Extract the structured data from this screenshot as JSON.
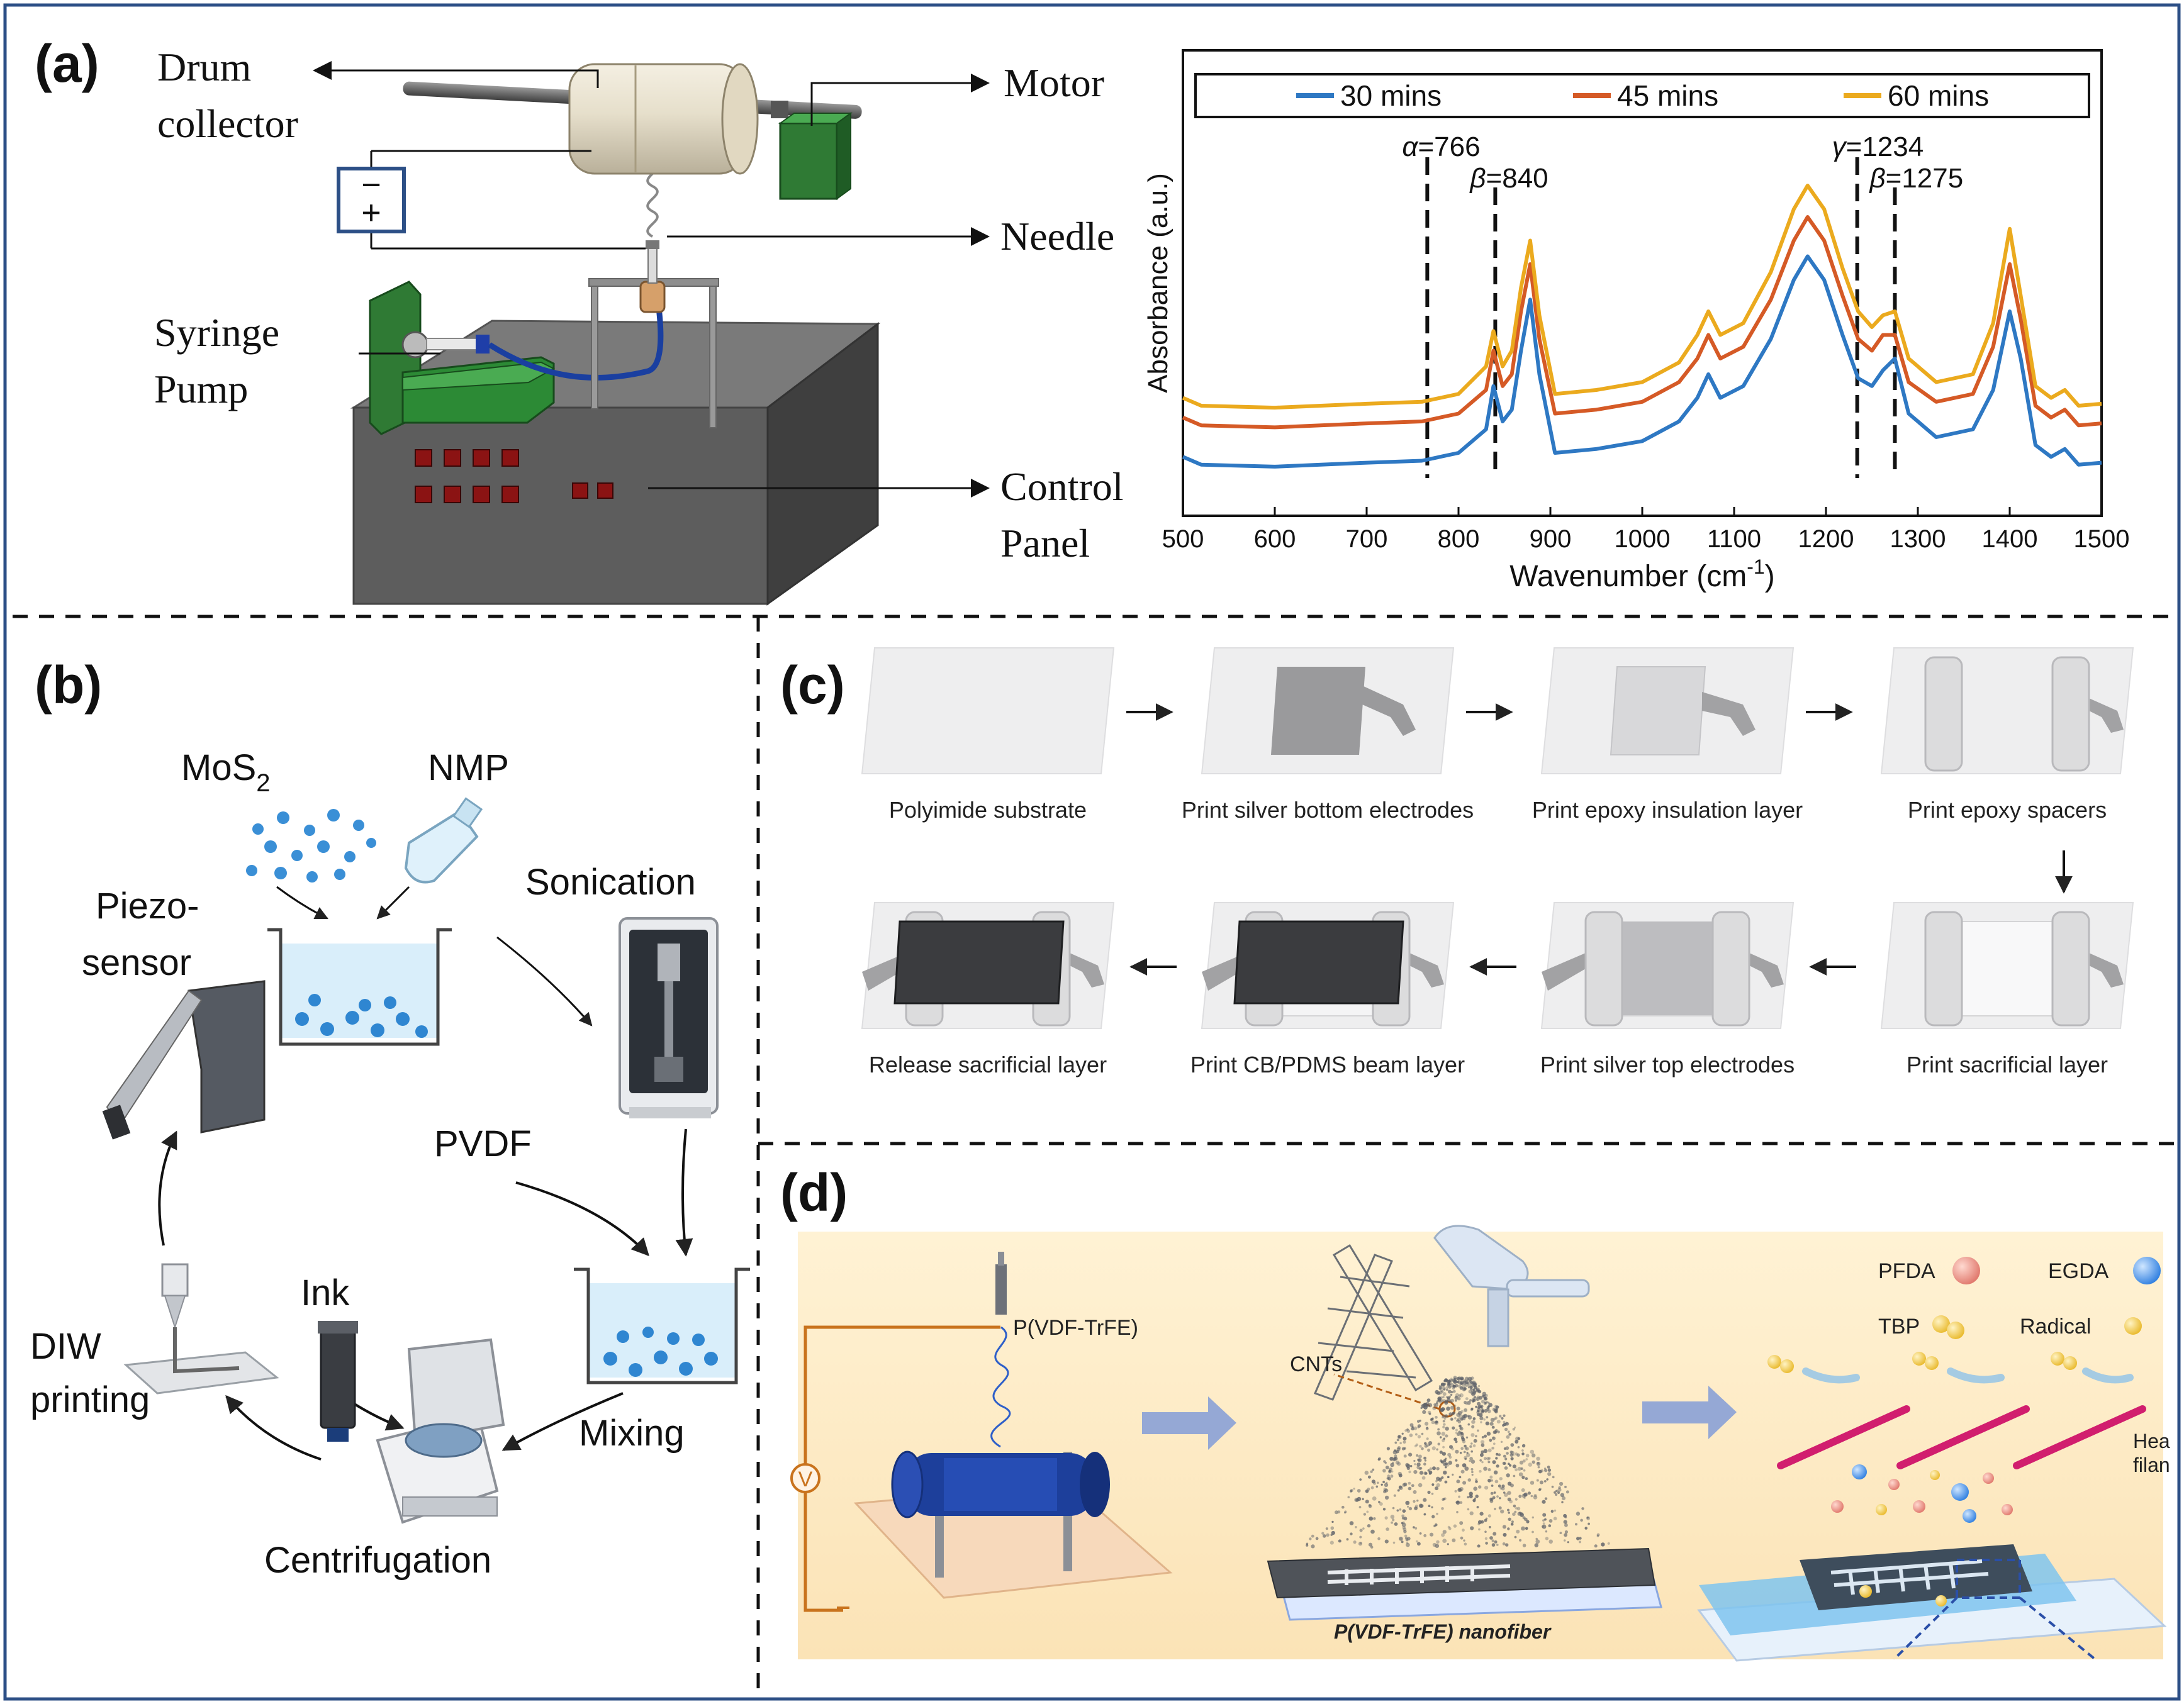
{
  "panels": {
    "a": {
      "tag": "(a)",
      "labels": {
        "drum1": "Drum",
        "drum2": "collector",
        "motor": "Motor",
        "needle": "Needle",
        "syringe1": "Syringe",
        "syringe2": "Pump",
        "control1": "Control",
        "control2": "Panel",
        "minus": "−",
        "plus": "+"
      }
    },
    "b": {
      "tag": "(b)",
      "labels": {
        "mos2": "MoS",
        "mos2_sub": "2",
        "nmp": "NMP",
        "sonication": "Sonication",
        "piezo1": "Piezo-",
        "piezo2": "sensor",
        "pvdf": "PVDF",
        "ink": "Ink",
        "diw1": "DIW",
        "diw2": "printing",
        "mixing": "Mixing",
        "centrifugation": "Centrifugation"
      }
    },
    "c": {
      "tag": "(c)",
      "steps": [
        "Polyimide substrate",
        "Print silver bottom electrodes",
        "Print  epoxy insulation layer",
        "Print epoxy spacers",
        "Print sacrificial layer",
        "Print  silver top electrodes",
        "Print CB/PDMS beam layer",
        "Release sacrificial layer"
      ]
    },
    "d": {
      "tag": "(d)",
      "labels": {
        "pvdf_trfe": "P(VDF-TrFE)",
        "cnts": "CNTs",
        "nanofiber": "P(VDF-TrFE) nanofiber",
        "pfda": "PFDA",
        "egda": "EGDA",
        "tbp": "TBP",
        "radical": "Radical",
        "heat1": "Hea",
        "heat2": "filan",
        "volt": "V"
      }
    }
  },
  "chart_data": {
    "type": "line",
    "xlabel": "Wavenumber (cm",
    "xlabel_sup": "-1",
    "xlabel_end": ")",
    "ylabel": "Absorbance (a.u.)",
    "xlim": [
      500,
      1500
    ],
    "xticks": [
      500,
      600,
      700,
      800,
      900,
      1000,
      1100,
      1200,
      1300,
      1400,
      1500
    ],
    "legend_position": "top",
    "series": [
      {
        "name": "30 mins",
        "color": "#2E78C3",
        "points": [
          [
            500,
            0.15
          ],
          [
            520,
            0.13
          ],
          [
            600,
            0.125
          ],
          [
            700,
            0.135
          ],
          [
            760,
            0.14
          ],
          [
            800,
            0.16
          ],
          [
            830,
            0.22
          ],
          [
            838,
            0.33
          ],
          [
            848,
            0.24
          ],
          [
            858,
            0.27
          ],
          [
            868,
            0.42
          ],
          [
            878,
            0.55
          ],
          [
            888,
            0.36
          ],
          [
            905,
            0.16
          ],
          [
            950,
            0.17
          ],
          [
            1000,
            0.19
          ],
          [
            1040,
            0.24
          ],
          [
            1060,
            0.3
          ],
          [
            1072,
            0.36
          ],
          [
            1085,
            0.3
          ],
          [
            1110,
            0.33
          ],
          [
            1140,
            0.45
          ],
          [
            1165,
            0.6
          ],
          [
            1180,
            0.66
          ],
          [
            1198,
            0.6
          ],
          [
            1218,
            0.46
          ],
          [
            1235,
            0.35
          ],
          [
            1250,
            0.33
          ],
          [
            1262,
            0.37
          ],
          [
            1275,
            0.4
          ],
          [
            1290,
            0.26
          ],
          [
            1320,
            0.2
          ],
          [
            1360,
            0.22
          ],
          [
            1382,
            0.32
          ],
          [
            1400,
            0.52
          ],
          [
            1412,
            0.4
          ],
          [
            1428,
            0.18
          ],
          [
            1445,
            0.15
          ],
          [
            1460,
            0.17
          ],
          [
            1475,
            0.13
          ],
          [
            1500,
            0.135
          ]
        ]
      },
      {
        "name": "45 mins",
        "color": "#D55A26",
        "points": [
          [
            500,
            0.25
          ],
          [
            520,
            0.23
          ],
          [
            600,
            0.225
          ],
          [
            700,
            0.235
          ],
          [
            760,
            0.24
          ],
          [
            800,
            0.26
          ],
          [
            830,
            0.32
          ],
          [
            838,
            0.42
          ],
          [
            848,
            0.33
          ],
          [
            858,
            0.36
          ],
          [
            868,
            0.52
          ],
          [
            878,
            0.64
          ],
          [
            888,
            0.45
          ],
          [
            905,
            0.26
          ],
          [
            950,
            0.27
          ],
          [
            1000,
            0.29
          ],
          [
            1040,
            0.34
          ],
          [
            1060,
            0.4
          ],
          [
            1072,
            0.46
          ],
          [
            1085,
            0.4
          ],
          [
            1110,
            0.43
          ],
          [
            1140,
            0.55
          ],
          [
            1165,
            0.7
          ],
          [
            1180,
            0.76
          ],
          [
            1198,
            0.7
          ],
          [
            1218,
            0.56
          ],
          [
            1235,
            0.45
          ],
          [
            1250,
            0.42
          ],
          [
            1262,
            0.46
          ],
          [
            1275,
            0.46
          ],
          [
            1290,
            0.34
          ],
          [
            1320,
            0.29
          ],
          [
            1360,
            0.31
          ],
          [
            1382,
            0.43
          ],
          [
            1400,
            0.64
          ],
          [
            1412,
            0.5
          ],
          [
            1428,
            0.28
          ],
          [
            1445,
            0.25
          ],
          [
            1460,
            0.27
          ],
          [
            1475,
            0.23
          ],
          [
            1500,
            0.235
          ]
        ]
      },
      {
        "name": "60 mins",
        "color": "#EBAA1E",
        "points": [
          [
            500,
            0.3
          ],
          [
            520,
            0.28
          ],
          [
            600,
            0.275
          ],
          [
            700,
            0.285
          ],
          [
            760,
            0.29
          ],
          [
            800,
            0.31
          ],
          [
            830,
            0.38
          ],
          [
            838,
            0.47
          ],
          [
            848,
            0.38
          ],
          [
            858,
            0.42
          ],
          [
            868,
            0.58
          ],
          [
            878,
            0.7
          ],
          [
            888,
            0.51
          ],
          [
            905,
            0.31
          ],
          [
            950,
            0.32
          ],
          [
            1000,
            0.34
          ],
          [
            1040,
            0.39
          ],
          [
            1060,
            0.46
          ],
          [
            1072,
            0.52
          ],
          [
            1085,
            0.46
          ],
          [
            1110,
            0.49
          ],
          [
            1140,
            0.62
          ],
          [
            1165,
            0.78
          ],
          [
            1180,
            0.84
          ],
          [
            1198,
            0.78
          ],
          [
            1218,
            0.63
          ],
          [
            1235,
            0.52
          ],
          [
            1250,
            0.48
          ],
          [
            1262,
            0.51
          ],
          [
            1275,
            0.52
          ],
          [
            1290,
            0.4
          ],
          [
            1320,
            0.34
          ],
          [
            1360,
            0.36
          ],
          [
            1382,
            0.49
          ],
          [
            1400,
            0.73
          ],
          [
            1412,
            0.56
          ],
          [
            1428,
            0.33
          ],
          [
            1445,
            0.3
          ],
          [
            1460,
            0.32
          ],
          [
            1475,
            0.28
          ],
          [
            1500,
            0.285
          ]
        ]
      }
    ],
    "ylim": [
      0,
      1
    ],
    "annotations": [
      {
        "x": 766,
        "greek": "α",
        "text": "=766",
        "row": 0
      },
      {
        "x": 840,
        "greek": "β",
        "text": "=840",
        "row": 1
      },
      {
        "x": 1234,
        "greek": "γ",
        "text": "=1234",
        "row": 0
      },
      {
        "x": 1275,
        "greek": "β",
        "text": "=1275",
        "row": 1
      }
    ]
  }
}
